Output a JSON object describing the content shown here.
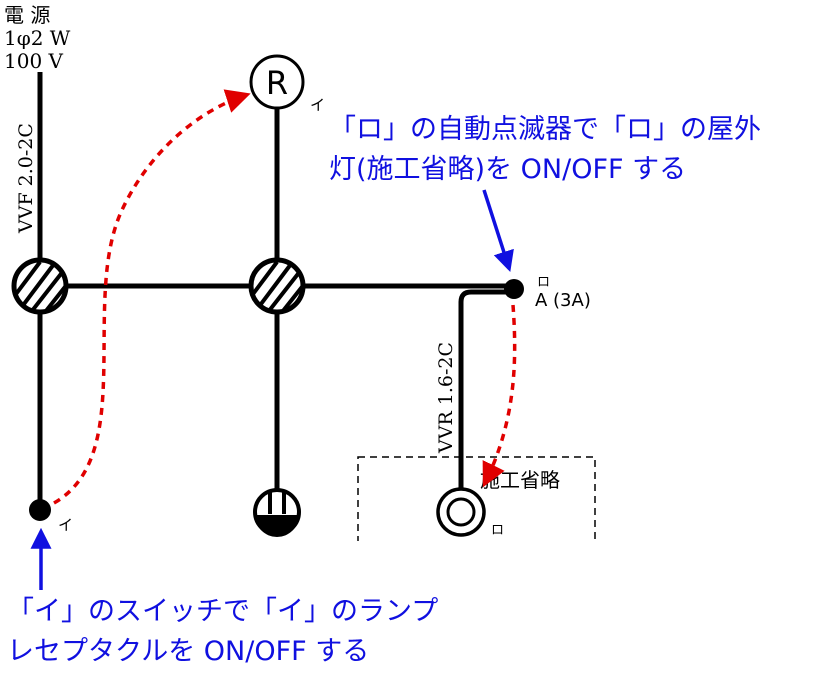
{
  "power_source": {
    "line1": "電 源",
    "line2": "1φ2 W",
    "line3": "100 V"
  },
  "cables": {
    "main": "VVF 2.0-2C",
    "outdoor": "VVR 1.6-2C"
  },
  "symbols": {
    "receptacle_letter": "R",
    "receptacle_label": "イ",
    "switch_i_label": "イ",
    "switch_ro_label": "ロ",
    "switch_ro_rating": "A (3A)",
    "outdoor_lamp_label": "ロ",
    "omitted_box_label": "施工省略"
  },
  "annotations": {
    "top_right_line1": "「ロ」の自動点滅器で「ロ」の屋外",
    "top_right_line2": "灯(施工省略)を ON/OFF する",
    "bottom_left_line1": "「イ」のスイッチで「イ」のランプ",
    "bottom_left_line2": "レセプタクルを ON/OFF する"
  },
  "colors": {
    "wire": "#000000",
    "annotation_text": "#1010e0",
    "annotation_arrow": "#1010e0",
    "dashed_arrow": "#e00000"
  }
}
